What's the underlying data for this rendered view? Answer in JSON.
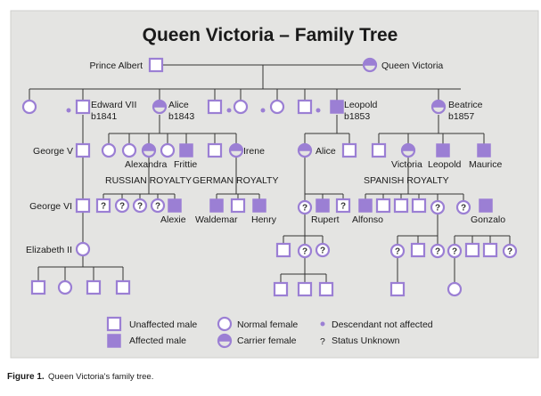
{
  "title": "Queen Victoria – Family Tree",
  "caption": {
    "figure": "Figure 1.",
    "text": "Queen Victoria's family tree."
  },
  "colors": {
    "panel": "#e4e4e2",
    "accent": "#9b7fd4",
    "line": "#333333",
    "node_fill": "#ffffff"
  },
  "people": {
    "prince_albert": "Prince Albert",
    "queen_victoria": "Queen Victoria",
    "edward_vii": "Edward VII",
    "edward_vii_birth": "b1841",
    "alice": "Alice",
    "alice_birth": "b1843",
    "leopold": "Leopold",
    "leopold_birth": "b1853",
    "beatrice": "Beatrice",
    "beatrice_birth": "b1857",
    "george_v": "George V",
    "george_vi": "George VI",
    "elizabeth_ii": "Elizabeth II",
    "alexandra": "Alexandra",
    "frittie": "Frittie",
    "irene": "Irene",
    "alice_2": "Alice",
    "victoria": "Victoria",
    "leopold_2": "Leopold",
    "maurice": "Maurice",
    "alexie": "Alexie",
    "waldemar": "Waldemar",
    "henry": "Henry",
    "rupert": "Rupert",
    "alfonso": "Alfonso",
    "gonzalo": "Gonzalo"
  },
  "groups": {
    "russian": "RUSSIAN ROYALTY",
    "german": "GERMAN ROYALTY",
    "spanish": "SPANISH ROYALTY"
  },
  "unknown_mark": "?",
  "legend": {
    "unaffected_male": "Unaffected male",
    "affected_male": "Affected male",
    "normal_female": "Normal female",
    "carrier_female": "Carrier female",
    "descendant_not_affected": "Descendant not affected",
    "status_unknown": "Status Unknown",
    "unknown_symbol": "?"
  }
}
